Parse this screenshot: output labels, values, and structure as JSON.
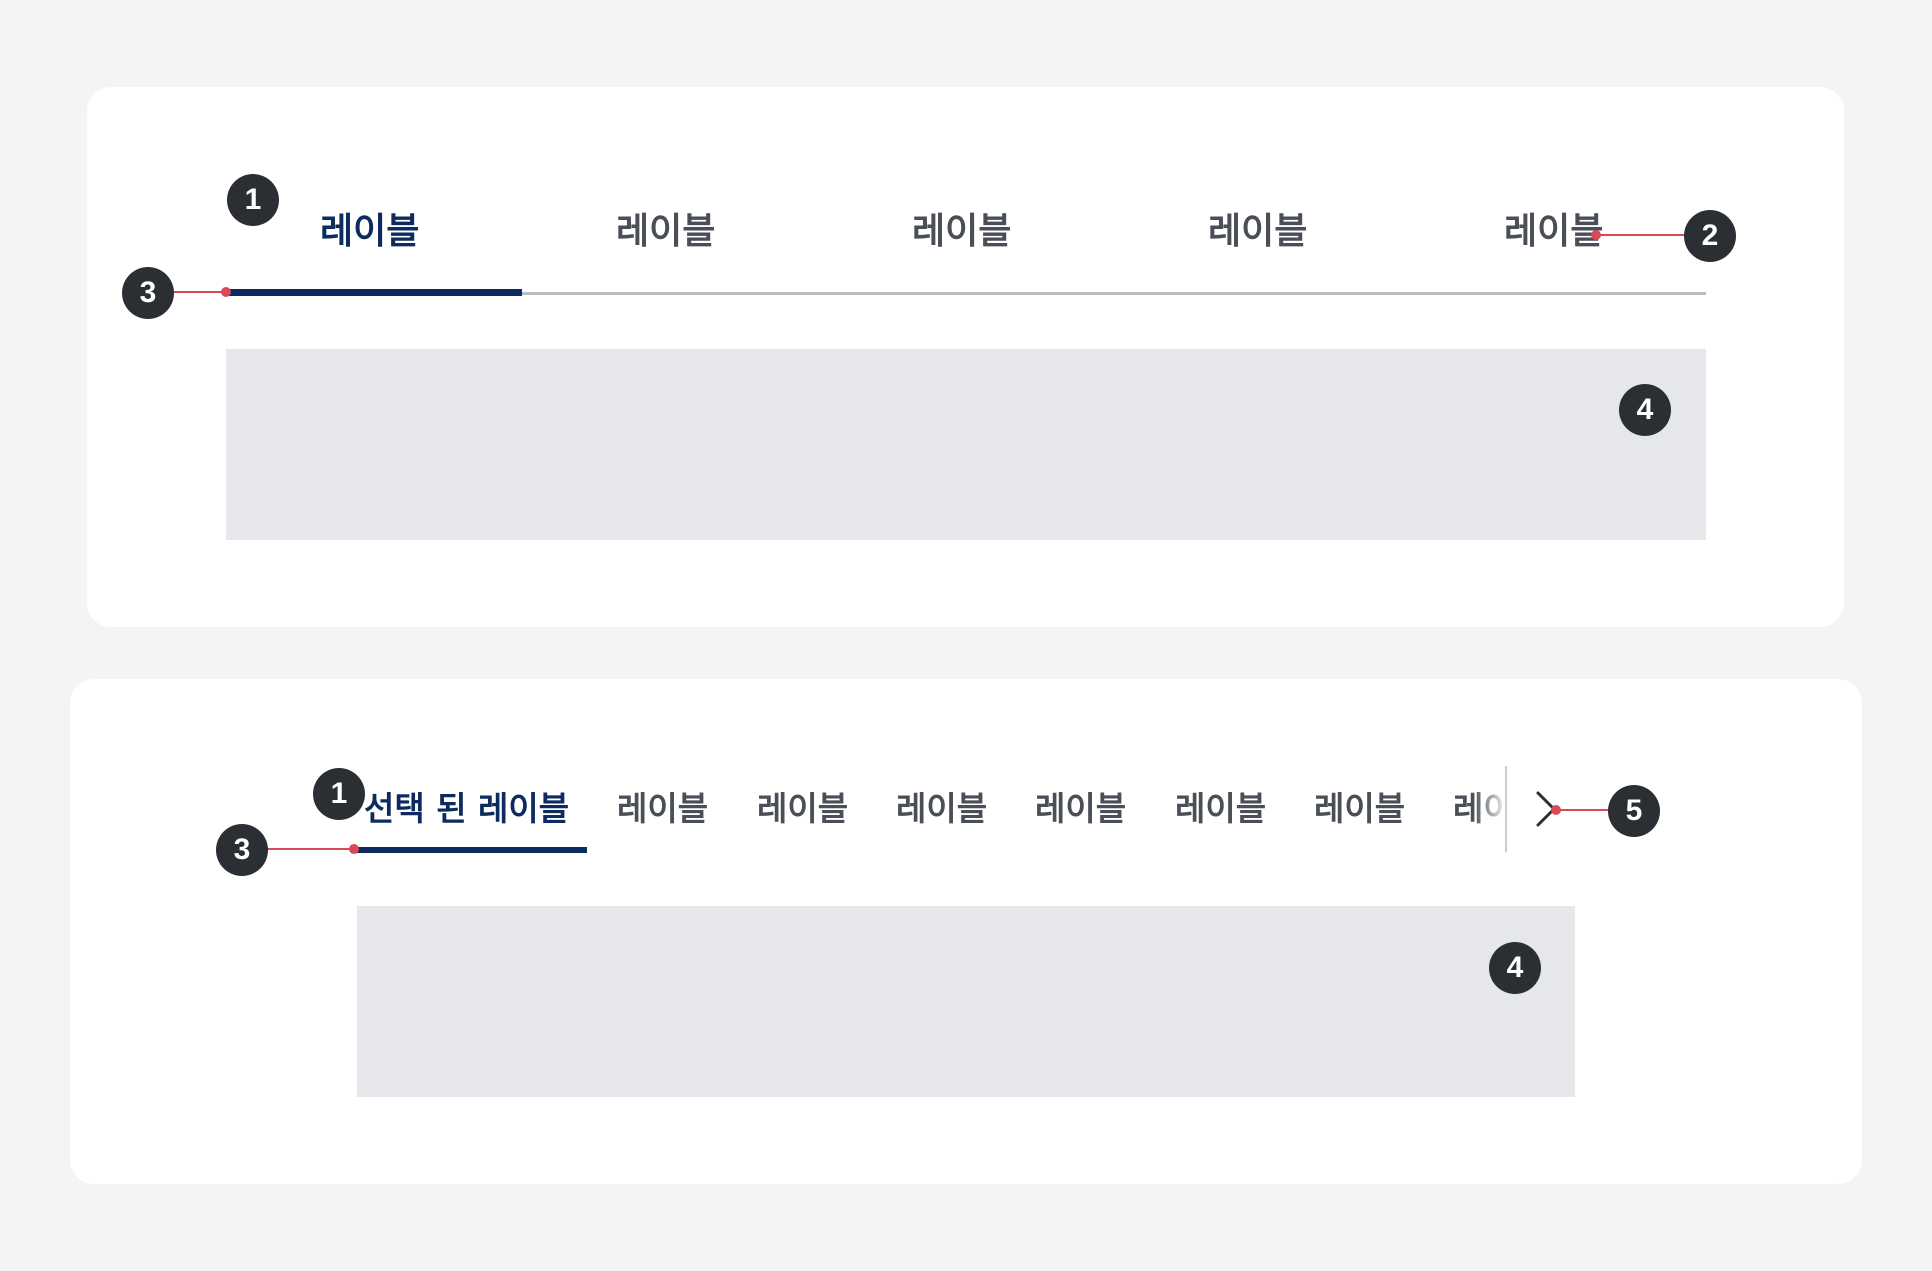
{
  "badges": {
    "one": "1",
    "two": "2",
    "three": "3",
    "four": "4",
    "five": "5"
  },
  "panel_fixed": {
    "tabs": [
      {
        "label": "레이블",
        "selected": true
      },
      {
        "label": "레이블",
        "selected": false
      },
      {
        "label": "레이블",
        "selected": false
      },
      {
        "label": "레이블",
        "selected": false
      },
      {
        "label": "레이블",
        "selected": false
      }
    ]
  },
  "panel_scroll": {
    "tabs": [
      {
        "label": "선택 된 레이블",
        "selected": true
      },
      {
        "label": "레이블",
        "selected": false
      },
      {
        "label": "레이블",
        "selected": false
      },
      {
        "label": "레이블",
        "selected": false
      },
      {
        "label": "레이블",
        "selected": false
      },
      {
        "label": "레이블",
        "selected": false
      },
      {
        "label": "레이블",
        "selected": false
      },
      {
        "label": "레이블",
        "selected": false
      }
    ],
    "next_icon": "chevron-right-icon"
  },
  "colors": {
    "selected_text": "#0d2b5e",
    "unselected_text": "#4a4e57",
    "indicator": "#0d2b5e",
    "track": "#b9bcc2",
    "content_placeholder": "#e6e7ea",
    "annotation_badge": "#2b2e33",
    "annotation_line": "#d84a55",
    "page_background": "#f3f4f6"
  }
}
